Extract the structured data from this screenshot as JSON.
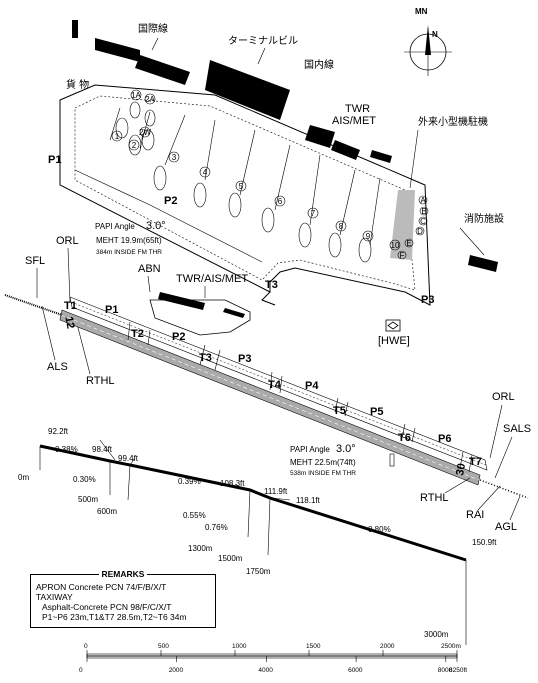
{
  "compass": {
    "mn": "MN",
    "n": "N"
  },
  "labels_jp": {
    "intl": "国際線",
    "terminal": "ターミナルビル",
    "domestic": "国内線",
    "cargo": "貨 物",
    "foreign_small": "外来小型機駐機",
    "fire": "消防施設"
  },
  "labels": {
    "twr_ais_met_top": [
      "TWR",
      "AIS/MET"
    ],
    "twr_ais_met_mid": "TWR/AIS/MET",
    "abn": "ABN",
    "hwe": "[HWE]",
    "sfl": "SFL",
    "orl_left": "ORL",
    "als": "ALS",
    "rthl_left": "RTHL",
    "orl_right": "ORL",
    "sals": "SALS",
    "rthl_right": "RTHL",
    "rai": "RAI",
    "agl": "AGL"
  },
  "aprons": [
    "P1",
    "P2",
    "P3",
    "P1",
    "P2",
    "P3",
    "P4",
    "P5",
    "P6"
  ],
  "taxiways": [
    "T1",
    "T2",
    "T3",
    "T4",
    "T5",
    "T6",
    "T7"
  ],
  "runway_ends": [
    "12",
    "30"
  ],
  "stands": [
    "1",
    "1A",
    "2A",
    "2",
    "2W",
    "3",
    "4",
    "5",
    "6",
    "7",
    "8",
    "9",
    "10",
    "A",
    "B",
    "C",
    "D",
    "E",
    "F"
  ],
  "papi_left": {
    "title": "PAPI Angle",
    "angle": "3.0°",
    "meht": "MEHT 19.9m(65ft)",
    "dist": "384m INSIDE FM THR"
  },
  "papi_right": {
    "title": "PAPI Angle",
    "angle": "3.0°",
    "meht": "MEHT 22.5m(74ft)",
    "dist": "538m INSIDE FM THR"
  },
  "profile": {
    "elevations": [
      "92.2ft",
      "98.4ft",
      "99.4ft",
      "108.3ft",
      "111.9ft",
      "118.1ft",
      "150.9ft"
    ],
    "slopes": [
      "0.38%",
      "0.30%",
      "0.39%",
      "0.55%",
      "0.76%",
      "0.80%"
    ],
    "distances": [
      "0m",
      "500m",
      "600m",
      "1300m",
      "1500m",
      "1750m",
      "3000m"
    ]
  },
  "remarks": {
    "title": "REMARKS",
    "lines": [
      "APRON  Concrete  PCN 74/F/B/X/T",
      "TAXIWAY",
      "  Asphalt-Concrete  PCN 98/F/C/X/T",
      "  P1~P6 23m,T1&T7 28.5m,T2~T6 34m"
    ]
  },
  "scale": {
    "meters": [
      "0",
      "500",
      "1000",
      "1500",
      "2000",
      "2500m"
    ],
    "feet": [
      "0",
      "2000",
      "4000",
      "6000",
      "8000",
      "8250ft"
    ]
  }
}
